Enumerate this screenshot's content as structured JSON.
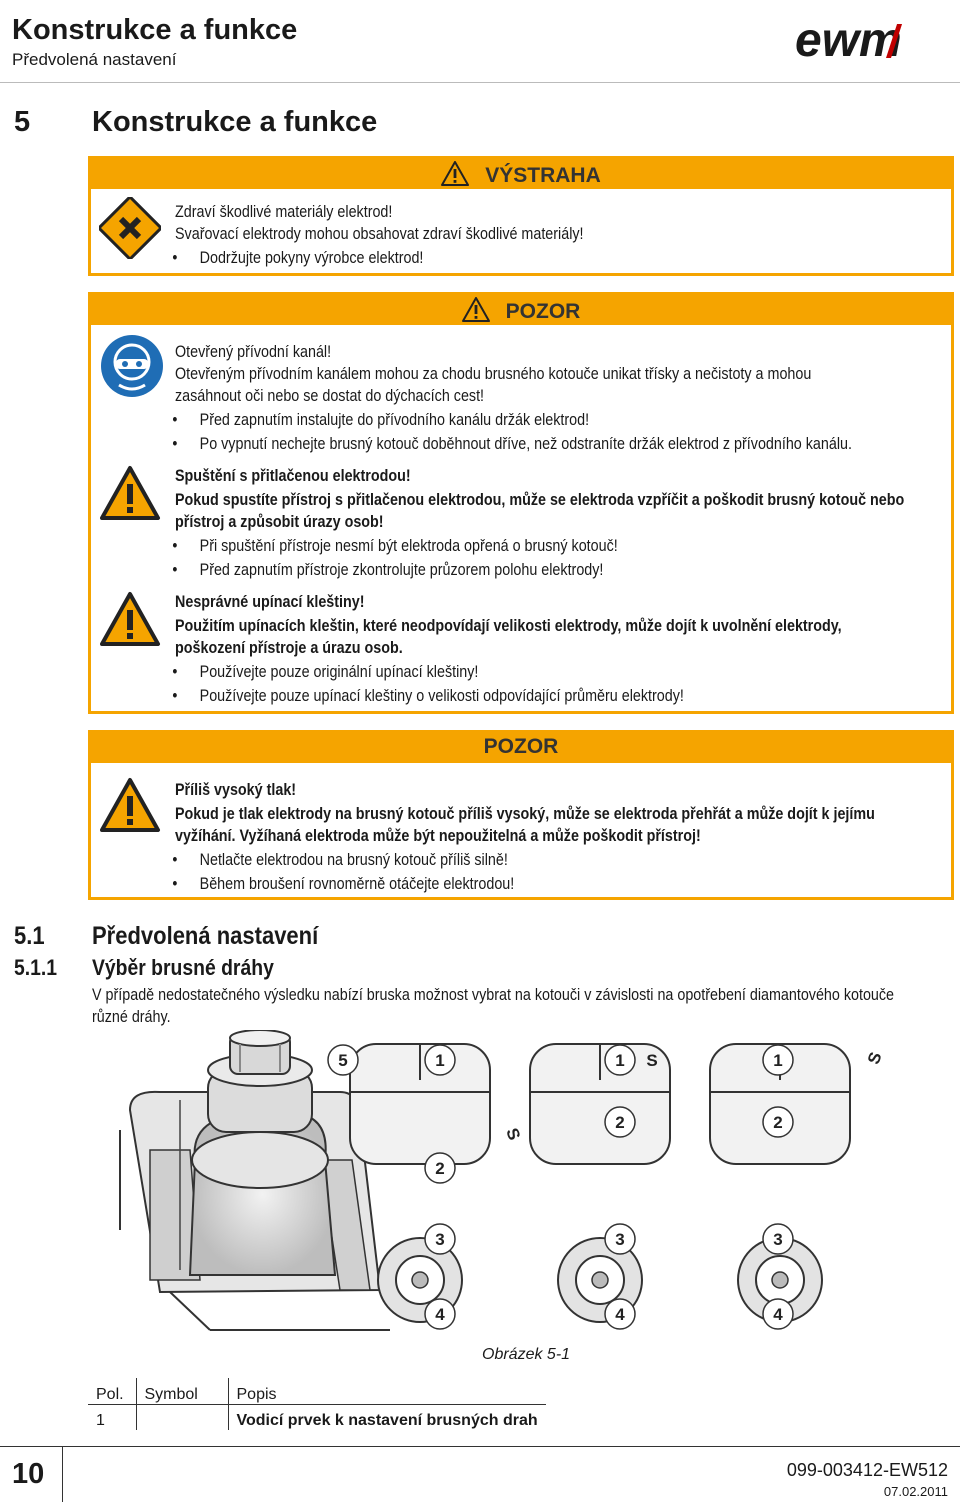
{
  "header": {
    "title": "Konstrukce a funkce",
    "subtitle": "Předvolená nastavení",
    "logo_text": "ewm"
  },
  "section": {
    "number": "5",
    "title": "Konstrukce a funkce"
  },
  "warning_box": {
    "title": "VÝSTRAHA",
    "lines": [
      "Zdraví škodlivé materiály elektrod!",
      "Svařovací elektrody mohou obsahovat zdraví škodlivé materiály!"
    ],
    "bullets": [
      "Dodržujte pokyny výrobce elektrod!"
    ]
  },
  "caution_box_1": {
    "title": "POZOR",
    "block1": {
      "lines": [
        "Otevřený přívodní kanál!",
        "Otevřeným přívodním kanálem mohou za chodu brusného kotouče unikat třísky a nečistoty a mohou",
        "zasáhnout oči nebo se dostat do dýchacích cest!"
      ],
      "bullets": [
        "Před zapnutím instalujte do přívodního kanálu držák elektrod!",
        "Po vypnutí nechejte brusný kotouč doběhnout dříve, než odstraníte držák elektrod z přívodního kanálu."
      ]
    },
    "block2": {
      "lines": [
        "Spuštění s přitlačenou elektrodou!",
        "Pokud spustíte přístroj s přitlačenou elektrodou, může se elektroda vzpříčit a poškodit brusný kotouč nebo",
        "přístroj a způsobit úrazy osob!"
      ],
      "bullets": [
        "Při spuštění přístroje nesmí být elektroda opřená o brusný kotouč!",
        "Před zapnutím přístroje zkontrolujte průzorem polohu elektrody!"
      ]
    },
    "block3": {
      "lines": [
        "Nesprávné upínací kleštiny!",
        "Použitím upínacích kleštin, které neodpovídají velikosti elektrody, může dojít k uvolnění elektrody,",
        "poškození přístroje a úrazu osob."
      ],
      "bullets": [
        "Používejte pouze originální upínací kleštiny!",
        "Používejte pouze upínací kleštiny o velikosti odpovídající průměru elektrody!"
      ]
    }
  },
  "caution_box_2": {
    "title": "POZOR",
    "lines": [
      "Příliš vysoký tlak!",
      "Pokud je tlak elektrody na brusný kotouč příliš vysoký, může se elektroda přehřát a může dojít k jejímu",
      "vyžíhání. Vyžíhaná elektroda může být nepoužitelná a může poškodit přístroj!"
    ],
    "bullets": [
      "Netlačte elektrodou na brusný kotouč příliš silně!",
      "Během broušení rovnoměrně otáčejte elektrodou!"
    ]
  },
  "subsection": {
    "number": "5.1",
    "title": "Předvolená nastavení"
  },
  "subsubsection": {
    "number": "5.1.1",
    "title": "Výběr brusné dráhy"
  },
  "body": {
    "line1": "V případě nedostatečného výsledku nabízí bruska možnost vybrat na kotouči v závislosti na opotřebení diamantového kotouče",
    "line2": "různé dráhy."
  },
  "figure": {
    "caption": "Obrázek 5-1",
    "labels": {
      "five": "5",
      "one": "1",
      "two": "2",
      "three": "3",
      "four": "4",
      "s": "S"
    }
  },
  "table": {
    "headers": [
      "Pol.",
      "Symbol",
      "Popis"
    ],
    "rows": [
      [
        "1",
        "",
        "Vodicí prvek k nastavení brusných drah"
      ]
    ]
  },
  "footer": {
    "page": "10",
    "doc_id": "099-003412-EW512",
    "date": "07.02.2011"
  },
  "colors": {
    "warning_orange": "#f5a400",
    "pictogram_blue": "#1f6db5",
    "hazard_yellow": "#f5a400"
  },
  "icons": [
    "harmful-substance-icon",
    "warning-triangle-icon",
    "eye-protection-icon",
    "general-warning-icon"
  ]
}
